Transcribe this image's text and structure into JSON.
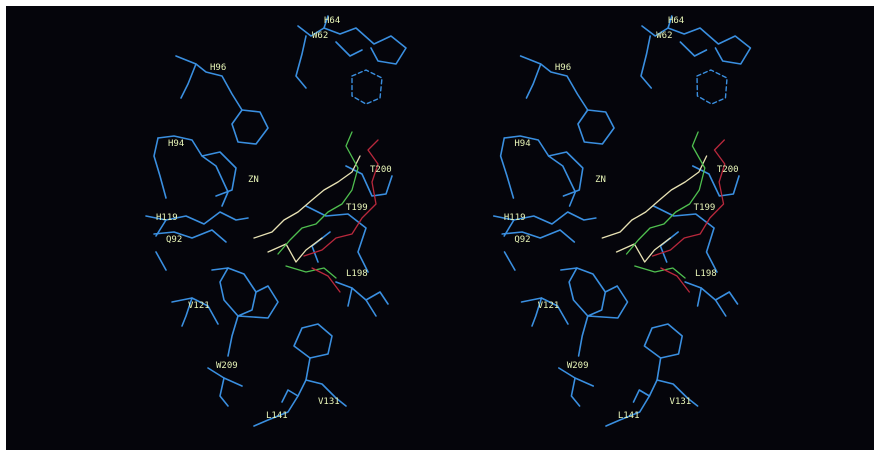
{
  "image": {
    "background_color": "#05050b",
    "protein_color": "#3a8fe0",
    "ligand_colors": [
      "#e8e2b4",
      "#4fbf4f",
      "#b8283c"
    ]
  },
  "labels": {
    "h64": "H64",
    "w62": "W62",
    "h96": "H96",
    "h94": "H94",
    "zn": "ZN",
    "t200": "T200",
    "t199": "T199",
    "h119": "H119",
    "q92": "Q92",
    "l198": "L198",
    "v121": "V121",
    "w209": "W209",
    "l141": "L141",
    "v131": "V131"
  }
}
